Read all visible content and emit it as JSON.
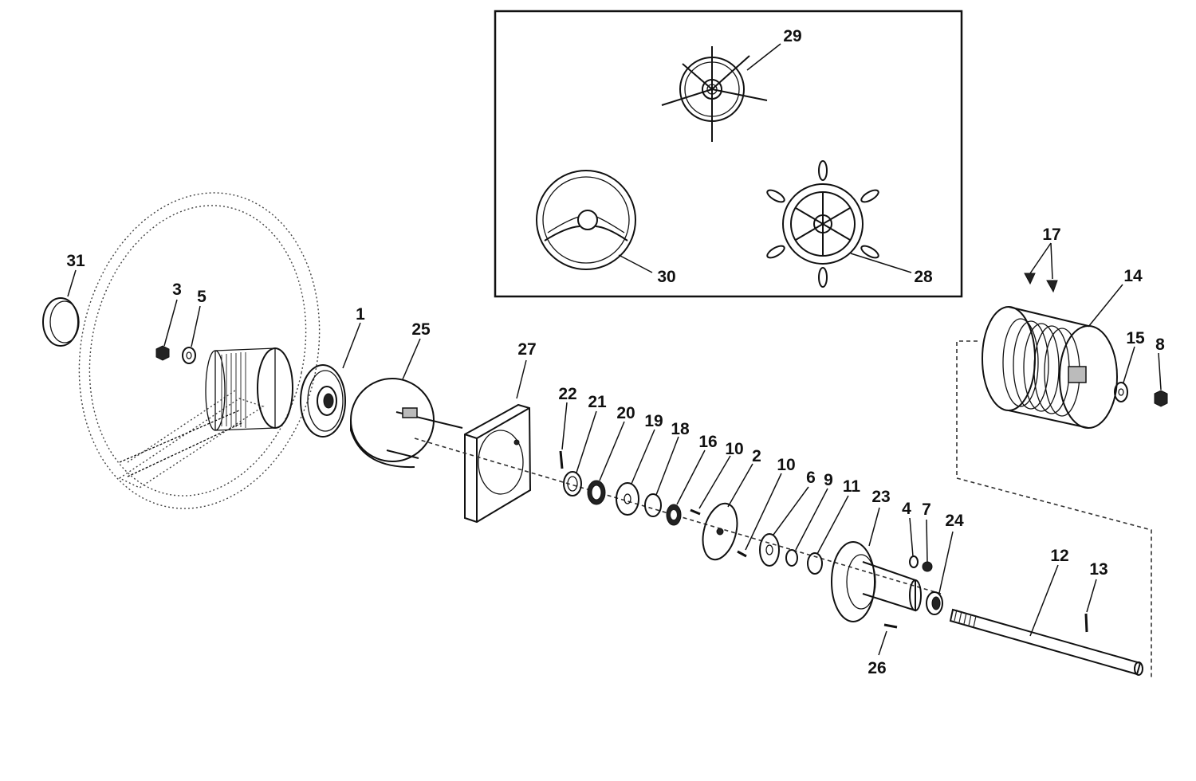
{
  "diagram": {
    "callouts": [
      {
        "id": "1",
        "label": "1"
      },
      {
        "id": "2",
        "label": "2"
      },
      {
        "id": "3",
        "label": "3"
      },
      {
        "id": "4",
        "label": "4"
      },
      {
        "id": "5",
        "label": "5"
      },
      {
        "id": "6",
        "label": "6"
      },
      {
        "id": "7",
        "label": "7"
      },
      {
        "id": "8",
        "label": "8"
      },
      {
        "id": "9",
        "label": "9"
      },
      {
        "id": "10a",
        "label": "10"
      },
      {
        "id": "10b",
        "label": "10"
      },
      {
        "id": "11",
        "label": "11"
      },
      {
        "id": "12",
        "label": "12"
      },
      {
        "id": "13",
        "label": "13"
      },
      {
        "id": "14",
        "label": "14"
      },
      {
        "id": "15",
        "label": "15"
      },
      {
        "id": "16",
        "label": "16"
      },
      {
        "id": "17",
        "label": "17"
      },
      {
        "id": "18",
        "label": "18"
      },
      {
        "id": "19",
        "label": "19"
      },
      {
        "id": "20",
        "label": "20"
      },
      {
        "id": "21",
        "label": "21"
      },
      {
        "id": "22",
        "label": "22"
      },
      {
        "id": "23",
        "label": "23"
      },
      {
        "id": "24",
        "label": "24"
      },
      {
        "id": "25",
        "label": "25"
      },
      {
        "id": "26",
        "label": "26"
      },
      {
        "id": "27",
        "label": "27"
      },
      {
        "id": "28",
        "label": "28"
      },
      {
        "id": "29",
        "label": "29"
      },
      {
        "id": "30",
        "label": "30"
      },
      {
        "id": "31",
        "label": "31"
      }
    ]
  }
}
